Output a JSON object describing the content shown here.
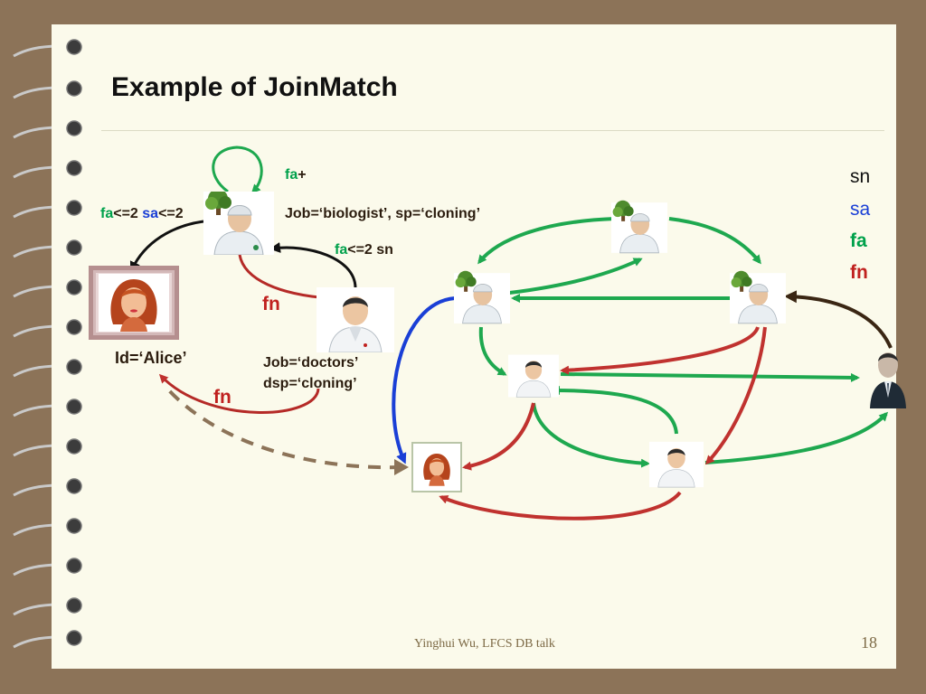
{
  "slide": {
    "title": "Example of JoinMatch",
    "footer": "Yinghui Wu, LFCS DB talk",
    "page_number": "18"
  },
  "pattern": {
    "fa_plus_fa": "fa",
    "fa_plus_plus": "+",
    "biologist_constraint": "Job=‘biologist’, sp=‘cloning’",
    "edge_left": {
      "fa": "fa",
      "op1": "<=2 ",
      "sa": "sa",
      "op2": "<=2"
    },
    "edge_right": {
      "fa": "fa",
      "rest": "<=2 sn"
    },
    "fn_upper": "fn",
    "fn_lower": "fn",
    "doctor_constraint_line1": "Job=‘doctors’",
    "doctor_constraint_line2": "dsp=‘cloning’",
    "alice_label": "Id=‘Alice’"
  },
  "legend": [
    {
      "label": "sn",
      "color": "#111111"
    },
    {
      "label": "sa",
      "color": "#1a3fd6"
    },
    {
      "label": "fa",
      "color": "#00a14b"
    },
    {
      "label": "fn",
      "color": "#c0211f"
    }
  ],
  "icons": {
    "biologist": "biologist-icon",
    "doctor": "doctor-icon",
    "woman": "woman-icon",
    "businessman": "businessman-icon"
  }
}
